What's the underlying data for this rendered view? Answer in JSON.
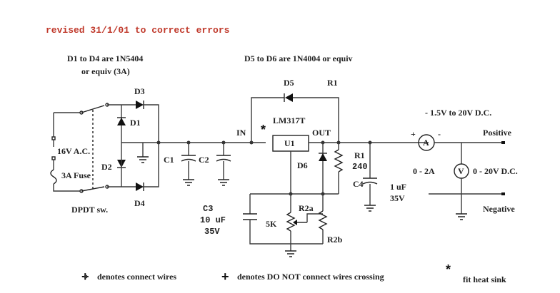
{
  "revision_note": "revised 31/1/01 to correct errors",
  "notes": {
    "d1_d4": "D1 to D4 are 1N5404",
    "d1_d4_sub": "or equiv (3A)",
    "d5_d6": "D5 to D6 are 1N4004 or equiv",
    "output_range": "- 1.5V to 20V D.C.",
    "positive": "Positive",
    "negative": "Negative",
    "current_range": "0 - 2A",
    "voltage_range": "0 - 20V D.C.",
    "input": "16V A.C.",
    "fuse": "3A Fuse",
    "switch": "DPDT sw.",
    "regulator": "LM317T"
  },
  "designators": {
    "d1": "D1",
    "d2": "D2",
    "d3": "D3",
    "d4": "D4",
    "d5": "D5",
    "d6": "D6",
    "c1": "C1",
    "c2": "C2",
    "c3": "C3",
    "c4": "C4",
    "r1": "R1",
    "r2a": "R2a",
    "r2b": "R2b",
    "u1": "U1",
    "in": "IN",
    "out": "OUT",
    "r1_top": "R1"
  },
  "values": {
    "r1_value": "240",
    "c4_value_1": "1 uF",
    "c4_value_2": "35V",
    "c3_value_1": "10 uF",
    "c3_value_2": "35V",
    "pot_value": "5K"
  },
  "meters": {
    "ammeter": "A",
    "voltmeter": "V",
    "plus": "+",
    "minus": "-"
  },
  "legend": {
    "connect": "denotes connect wires",
    "no_connect": "denotes DO NOT connect wires crossing",
    "heatsink": "fit heat sink",
    "star": "*",
    "plus_sign": "+"
  }
}
